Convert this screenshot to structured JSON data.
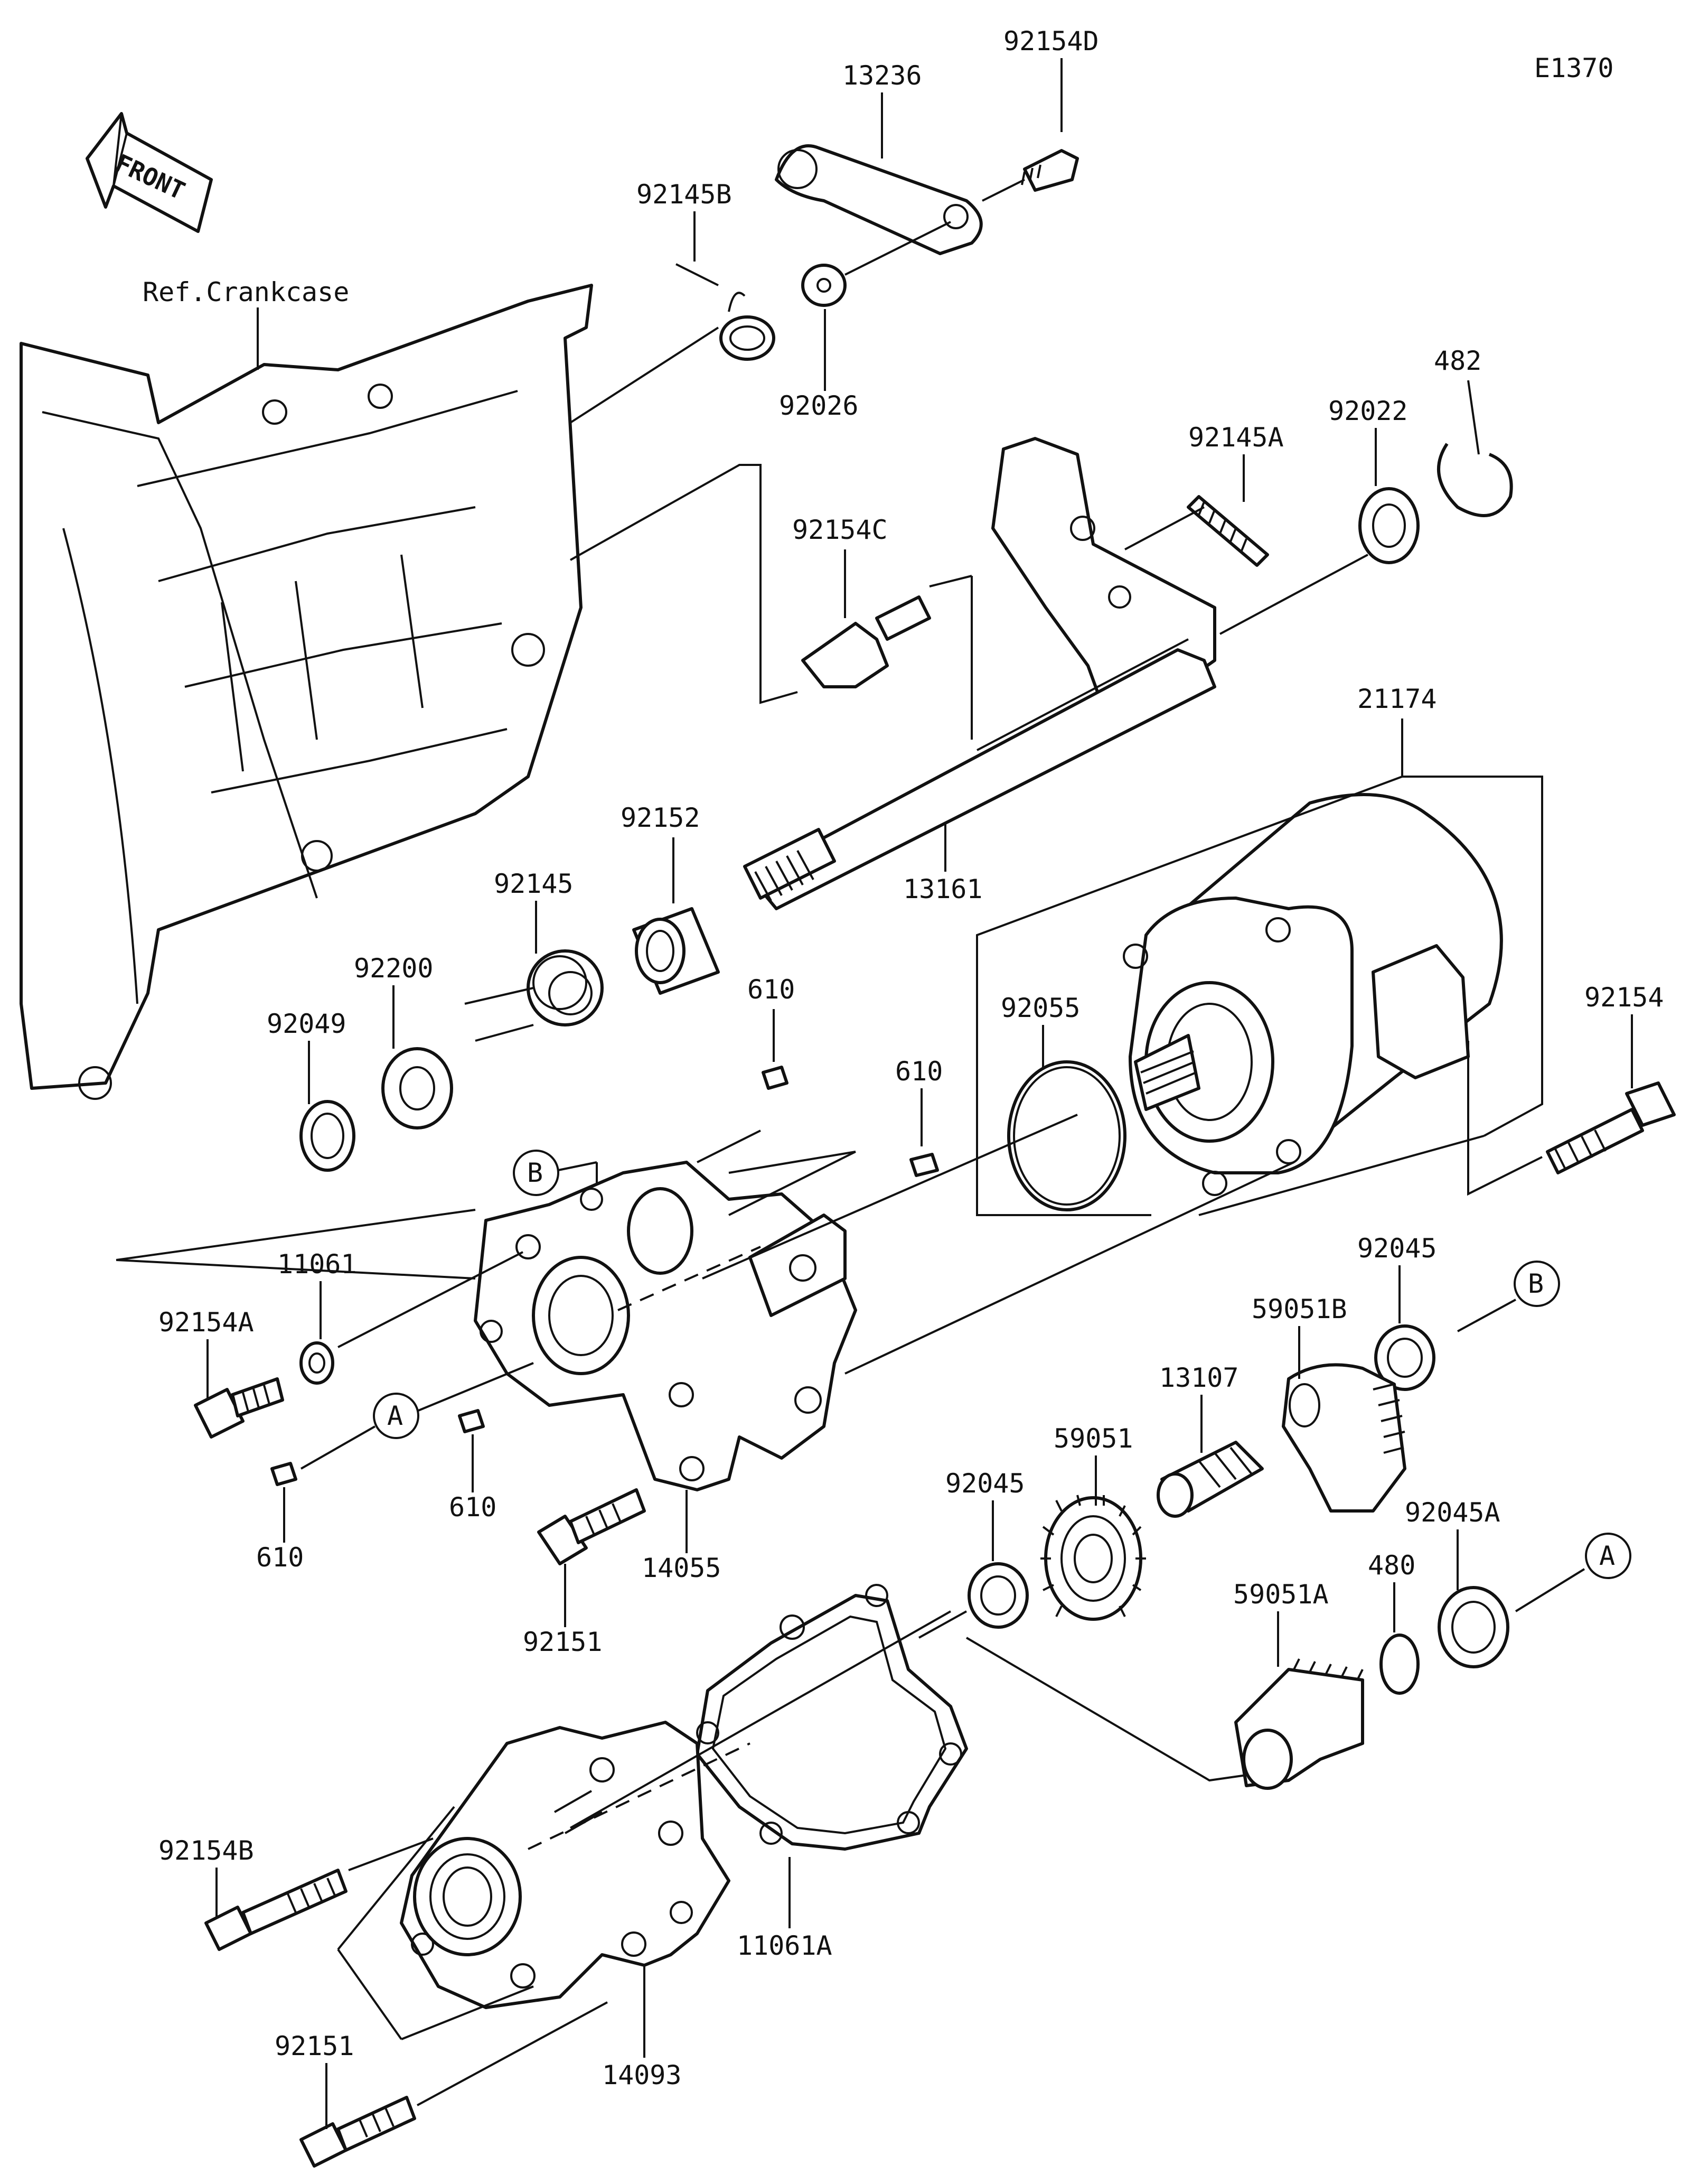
{
  "diagram_code": "E1370",
  "front_badge": "FRONT",
  "ref_crankcase": "Ref.Crankcase",
  "parts": {
    "p13236": "13236",
    "p92154D": "92154D",
    "p92145B": "92145B",
    "p92026": "92026",
    "p482": "482",
    "p92145A": "92145A",
    "p92022": "92022",
    "p92154C": "92154C",
    "p21174": "21174",
    "p92152": "92152",
    "p13161": "13161",
    "p92145": "92145",
    "p92200": "92200",
    "p92055": "92055",
    "p92154": "92154",
    "p92049": "92049",
    "p610a": "610",
    "p610b": "610",
    "p610c": "610",
    "p610d": "610",
    "p11061": "11061",
    "p92154A": "92154A",
    "p92045a": "92045",
    "p59051B": "59051B",
    "p13107": "13107",
    "p59051": "59051",
    "p14055": "14055",
    "p92045b": "92045",
    "p92045A": "92045A",
    "p480": "480",
    "p92151a": "92151",
    "p59051A": "59051A",
    "p92154B": "92154B",
    "p11061A": "11061A",
    "p92151b": "92151",
    "p14093": "14093"
  },
  "callouts": {
    "A": "A",
    "B": "B"
  }
}
